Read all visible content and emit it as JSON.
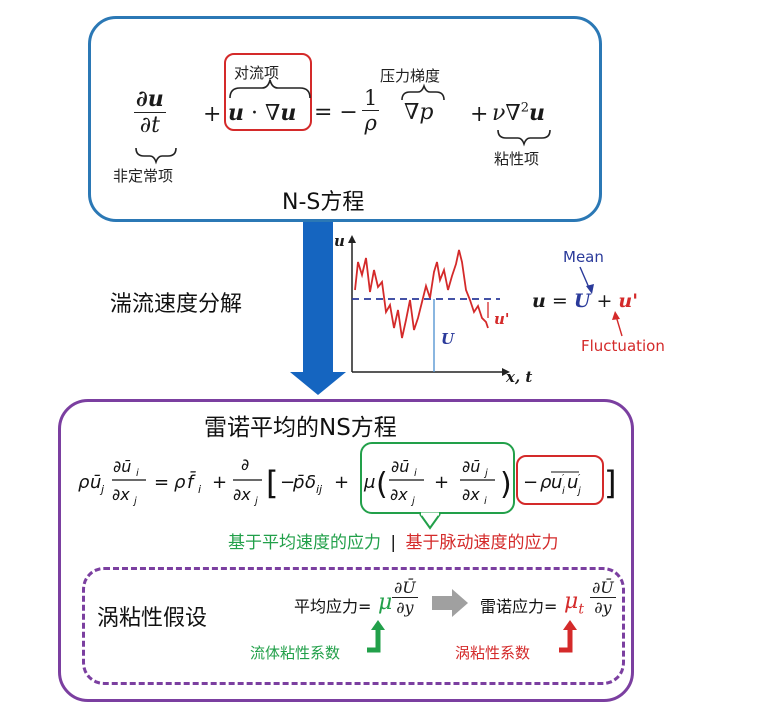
{
  "ns_box": {
    "title": "N-S方程",
    "labels": {
      "unsteady": "非定常项",
      "convection": "对流项",
      "pressure_gradient": "压力梯度",
      "viscous": "粘性项"
    },
    "equation": {
      "du": "∂u",
      "dt": "∂t",
      "plus1": "+",
      "conv_u": "u",
      "conv_dot": " · ∇",
      "conv_u2": "u",
      "equals": "= −",
      "one": "1",
      "rho": "ρ",
      "grad_p": "∇p",
      "plus2": "+",
      "nu_lap": "ν∇",
      "sq": "2",
      "visc_u": "u"
    }
  },
  "arrow_label": "湍流速度分解",
  "plot": {
    "y_axis_label": "u",
    "x_axis_label": "x, t",
    "mean_marker": "U",
    "fluct_marker": "u'",
    "colors": {
      "signal": "#d42a2a",
      "mean": "#2a3a9a"
    }
  },
  "decomposition": {
    "lhs": "u",
    "eq": " = ",
    "U": "U",
    "plus": " + ",
    "u_prime": "u'",
    "mean_label": "Mean",
    "fluct_label": "Fluctuation"
  },
  "rans_box": {
    "title": "雷诺平均的NS方程",
    "legend_mean_stress": "基于平均速度的应力",
    "legend_sep": "|",
    "legend_fluct_stress": "基于脉动速度的应力"
  },
  "hypothesis": {
    "title": "涡粘性假设",
    "mean_stress_label": "平均应力=",
    "mu": "μ",
    "reynolds_stress_label": "雷诺应力=",
    "mu_t": "μ",
    "mu_t_sub": "t",
    "dU": "∂Ū",
    "dy": "∂y",
    "fluid_visc": "流体粘性系数",
    "eddy_visc": "涡粘性系数"
  },
  "colors": {
    "ns_border": "#2b78b5",
    "arrow": "#1565c0",
    "rans_border": "#7b3fa0",
    "green": "#22a04a",
    "red": "#d42a2a",
    "convection_box": "#d42a2a"
  }
}
